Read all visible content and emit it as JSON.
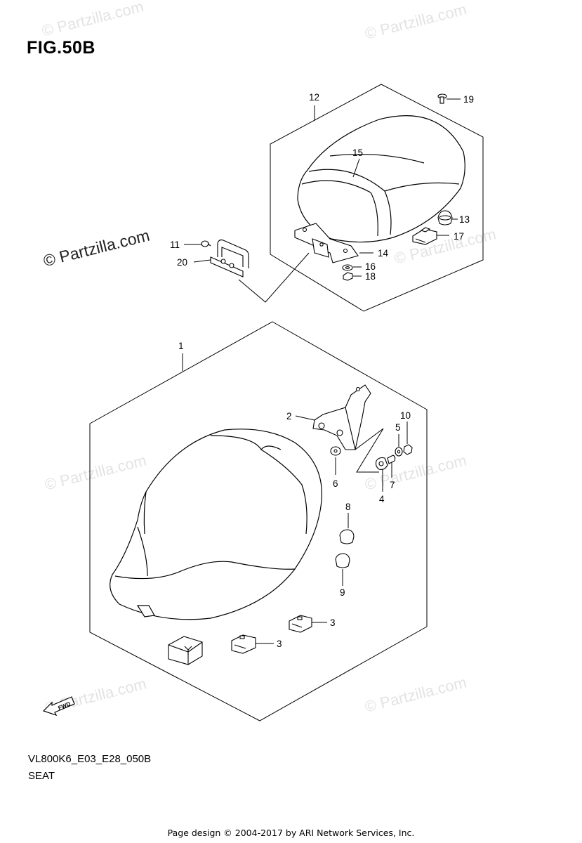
{
  "figure": {
    "title": "FIG.50B",
    "code": "VL800K6_E03_E28_050B",
    "name": "SEAT",
    "footer": "Page design © 2004-2017 by ARI Network Services, Inc."
  },
  "watermark": "© Partzilla.com",
  "fwd_label": "FWD",
  "callouts": [
    "1",
    "2",
    "3",
    "3",
    "4",
    "5",
    "6",
    "7",
    "8",
    "9",
    "10",
    "11",
    "12",
    "13",
    "14",
    "15",
    "16",
    "17",
    "18",
    "19",
    "20"
  ]
}
